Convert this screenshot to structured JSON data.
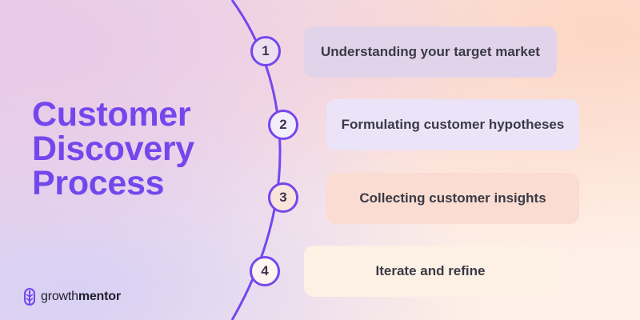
{
  "title": {
    "line1": "Customer",
    "line2": "Discovery",
    "line3": "Process"
  },
  "steps": [
    {
      "number": "1",
      "label": "Understanding your target market",
      "card_color": "#e1d4ea",
      "circle_fill": "#ece0f0"
    },
    {
      "number": "2",
      "label": "Formulating customer hypotheses",
      "card_color": "#ebe4f8",
      "circle_fill": "#f3eefb"
    },
    {
      "number": "3",
      "label": "Collecting customer insights",
      "card_color": "#fadcd2",
      "circle_fill": "#fbe4da"
    },
    {
      "number": "4",
      "label": "Iterate and refine",
      "card_color": "#fdf0e4",
      "circle_fill": "#fdf5ee"
    }
  ],
  "logo": {
    "text_regular": "growth",
    "text_bold": "mentor",
    "icon": "growthmentor-logo-icon"
  },
  "colors": {
    "accent": "#7447ec",
    "text_dark": "#3a3a46"
  }
}
